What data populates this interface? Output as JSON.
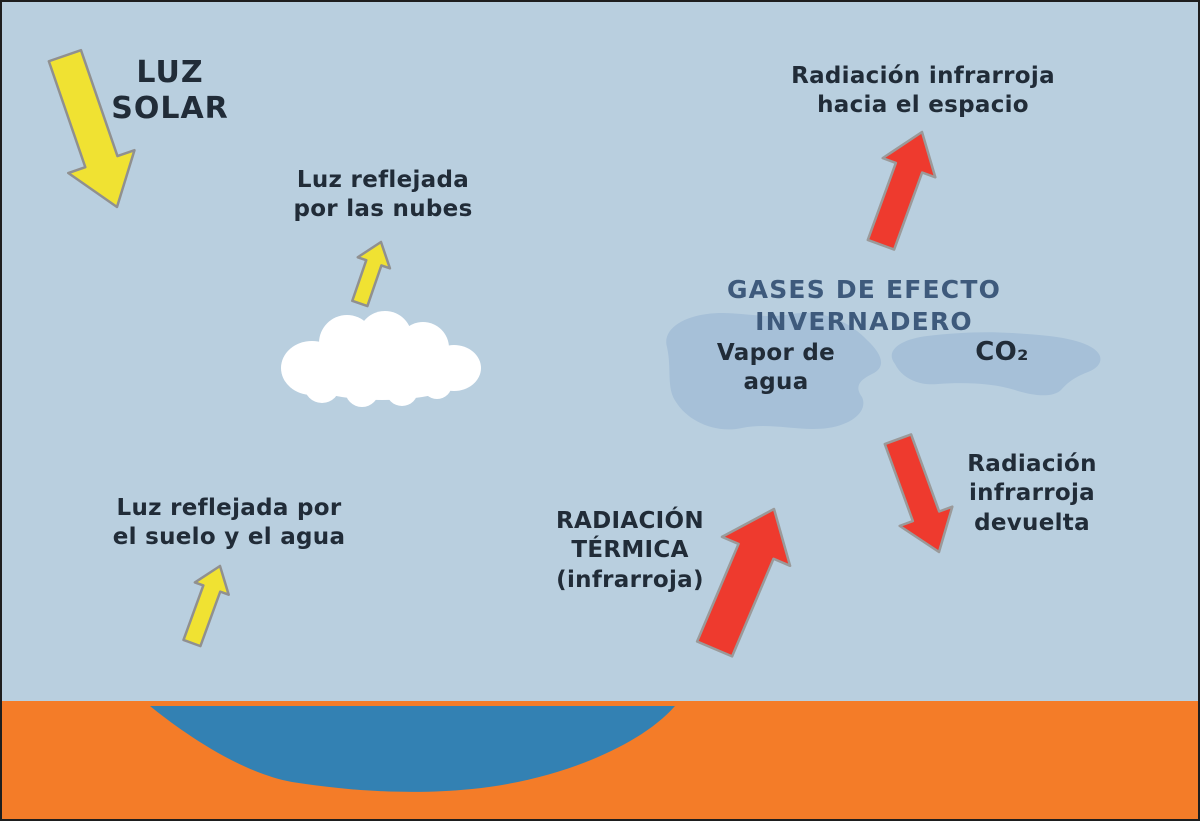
{
  "figure": {
    "sky_color": "#b9cfdf",
    "ground_color": "#f47c28",
    "water_color": "#3381b3",
    "cloud_color": "#ffffff",
    "gas_blob_color": "#a6c0d8",
    "yellow_arrow_color": "#f0e232",
    "red_arrow_color": "#ee3a2e",
    "arrow_outline_color": "#909090",
    "label_color": "#212c38",
    "heading_color": "#3e5a7c"
  },
  "labels": {
    "sunlight": "LUZ\nSOLAR",
    "reflected_by_clouds": "Luz reflejada\npor las nubes",
    "reflected_by_ground": "Luz reflejada por\nel suelo y el agua",
    "ir_to_space": "Radiación infrarroja\nhacia el espacio",
    "greenhouse_heading": "GASES DE EFECTO INVERNADERO",
    "water_vapor": "Vapor de\nagua",
    "co2": "CO₂",
    "ir_returned": "Radiación\ninfrarroja\ndevuelta",
    "thermal_radiation": "RADIACIÓN\nTÉRMICA\n(infrarroja)"
  }
}
